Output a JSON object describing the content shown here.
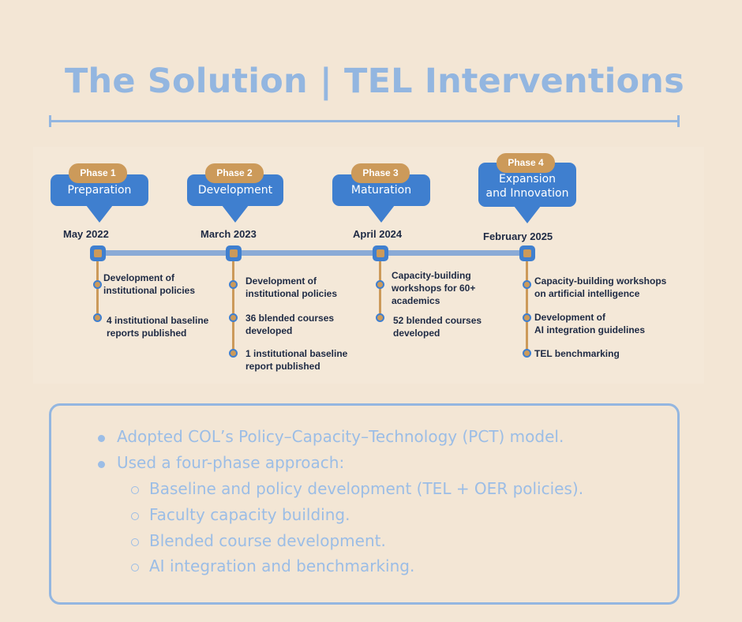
{
  "title": "The Solution | TEL Interventions",
  "colors": {
    "title": "#93b6e0",
    "phase_card": "#3f7fcf",
    "phase_pill": "#cc9a5a",
    "background": "#f3e6d5"
  },
  "phases": [
    {
      "pill": "Phase 1",
      "label": "Preparation",
      "date": "May 2022",
      "items": [
        "Development of\ninstitutional policies",
        "4 institutional baseline\nreports published"
      ]
    },
    {
      "pill": "Phase 2",
      "label": "Development",
      "date": "March 2023",
      "items": [
        "Development of\ninstitutional policies",
        "36 blended courses\ndeveloped",
        "1 institutional baseline\nreport published"
      ]
    },
    {
      "pill": "Phase 3",
      "label": "Maturation",
      "date": "April 2024",
      "items": [
        "Capacity-building\nworkshops for 60+\nacademics",
        "52 blended courses\ndeveloped"
      ]
    },
    {
      "pill": "Phase 4",
      "label": "Expansion\nand Innovation",
      "date": "February 2025",
      "items": [
        "Capacity-building workshops\non artificial intelligence",
        "Development of\nAI integration guidelines",
        "TEL benchmarking"
      ]
    }
  ],
  "summary": {
    "bullets": [
      "Adopted COL’s Policy–Capacity–Technology (PCT) model.",
      "Used a four-phase approach:"
    ],
    "sub_bullets": [
      "Baseline and policy development (TEL + OER policies).",
      "Faculty capacity building.",
      "Blended course development.",
      "AI integration and benchmarking."
    ]
  }
}
